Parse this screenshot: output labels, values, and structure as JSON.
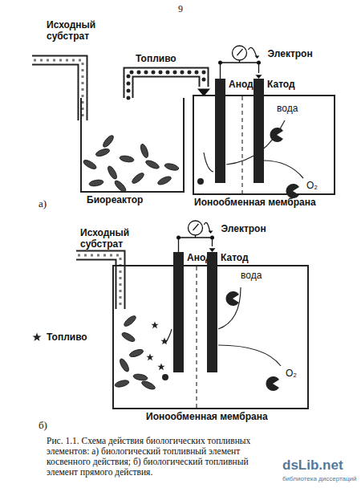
{
  "diagram": {
    "caption": "Рис. 1.1. Схема действия биологических топливных элементов: а) биологический топливный элемент косвенного действия; б) биологический топливный элемент прямого действия.",
    "nodes": [
      {
        "text": [
          "Биореактор"
        ]
      },
      {
        "text": [
          "Ионообменная мембрана"
        ]
      },
      {
        "text": [
          "Анод"
        ],
        "in": 1
      },
      {
        "text": [
          "Катод"
        ],
        "in": 1
      },
      {
        "text": [
          "Ионообменная мембрана"
        ]
      },
      {
        "text": [
          "Анод"
        ],
        "in": 4
      },
      {
        "text": [
          "Катод"
        ],
        "in": 4
      }
    ],
    "edges": [
      {
        "from": 0,
        "to": 1,
        "label": "Топливо",
        "arrow": "to"
      },
      {
        "from": 2,
        "to": 3,
        "label": "Электрон",
        "arrow": "to"
      },
      {
        "from": 5,
        "to": 6,
        "label": "Электрон",
        "arrow": "to"
      }
    ],
    "labels": [
      "9",
      "Исходный субстрат",
      "вода",
      "O₂",
      "а)",
      "Исходный субстрат",
      "вода",
      "O₂",
      "б)",
      "dsLib.net",
      "библиотека диссертаций"
    ],
    "legend": [
      {
        "text": "Топливо"
      }
    ]
  }
}
